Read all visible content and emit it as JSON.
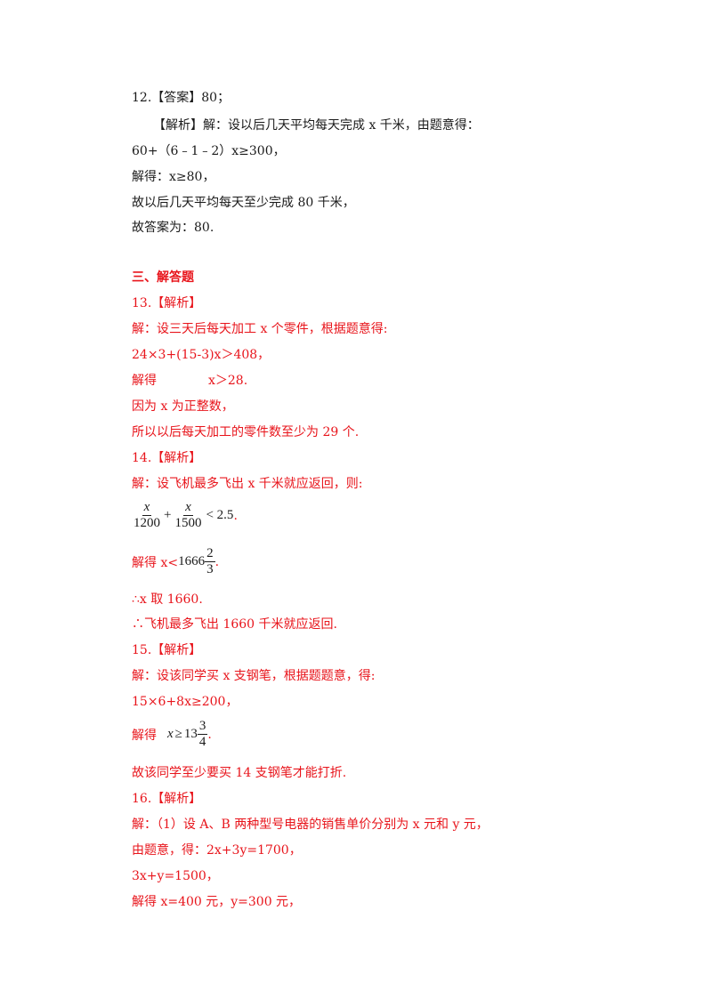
{
  "q12": {
    "l1": "12.【答案】80；",
    "l2": "【解析】解：设以后几天平均每天完成 x 千米，由题意得：",
    "l3": "60+（6﹣1﹣2）x≥300，",
    "l4": "解得：x≥80，",
    "l5": "故以后几天平均每天至少完成 80 千米，",
    "l6": "故答案为：80."
  },
  "section": {
    "title": "三、解答题"
  },
  "q13": {
    "head": "13.【解析】",
    "l1": "解：设三天后每天加工 x 个零件，根据题意得:",
    "l2": "24×3+(15-3)x＞408，",
    "l3a": "解得",
    "l3b": "x＞28.",
    "l4": "因为 x 为正整数，",
    "l5": "所以以后每天加工的零件数至少为 29 个."
  },
  "q14": {
    "head": "14.【解析】",
    "l1": "解：设飞机最多飞出 x 千米就应返回，则:",
    "f1_num": "x",
    "f1_den": "1200",
    "plus": "+",
    "f2_num": "x",
    "f2_den": "1500",
    "ineq": "< 2.5",
    "dot": ".",
    "l3a": "解得 x<",
    "mixed_whole": "1666",
    "mixed_num": "2",
    "mixed_den": "3",
    "l3end": ".",
    "l4": "∴x 取 1660.",
    "l5": "∴飞机最多飞出 1660 千米就应返回."
  },
  "q15": {
    "head": "15.【解析】",
    "l1": "解：设该同学买 x 支钢笔，根据题题意，得:",
    "l2": "15×6+8x≥200，",
    "l3a": "解得",
    "l3x": "x",
    "l3op": "≥",
    "mixed_whole": "13",
    "mixed_num": "3",
    "mixed_den": "4",
    "l3end": ".",
    "l4": "故该同学至少要买 14 支钢笔才能打折."
  },
  "q16": {
    "head": "16.【解析】",
    "l1": "解：（1）设 A、B 两种型号电器的销售单价分别为 x 元和 y 元，",
    "l2": "由题意，得：2x+3y=1700，",
    "l3": "3x+y=1500，",
    "l4": "解得 x=400 元，y=300 元，"
  },
  "colors": {
    "answer_red": "#e8141b",
    "text_black": "#1a1a1a"
  }
}
